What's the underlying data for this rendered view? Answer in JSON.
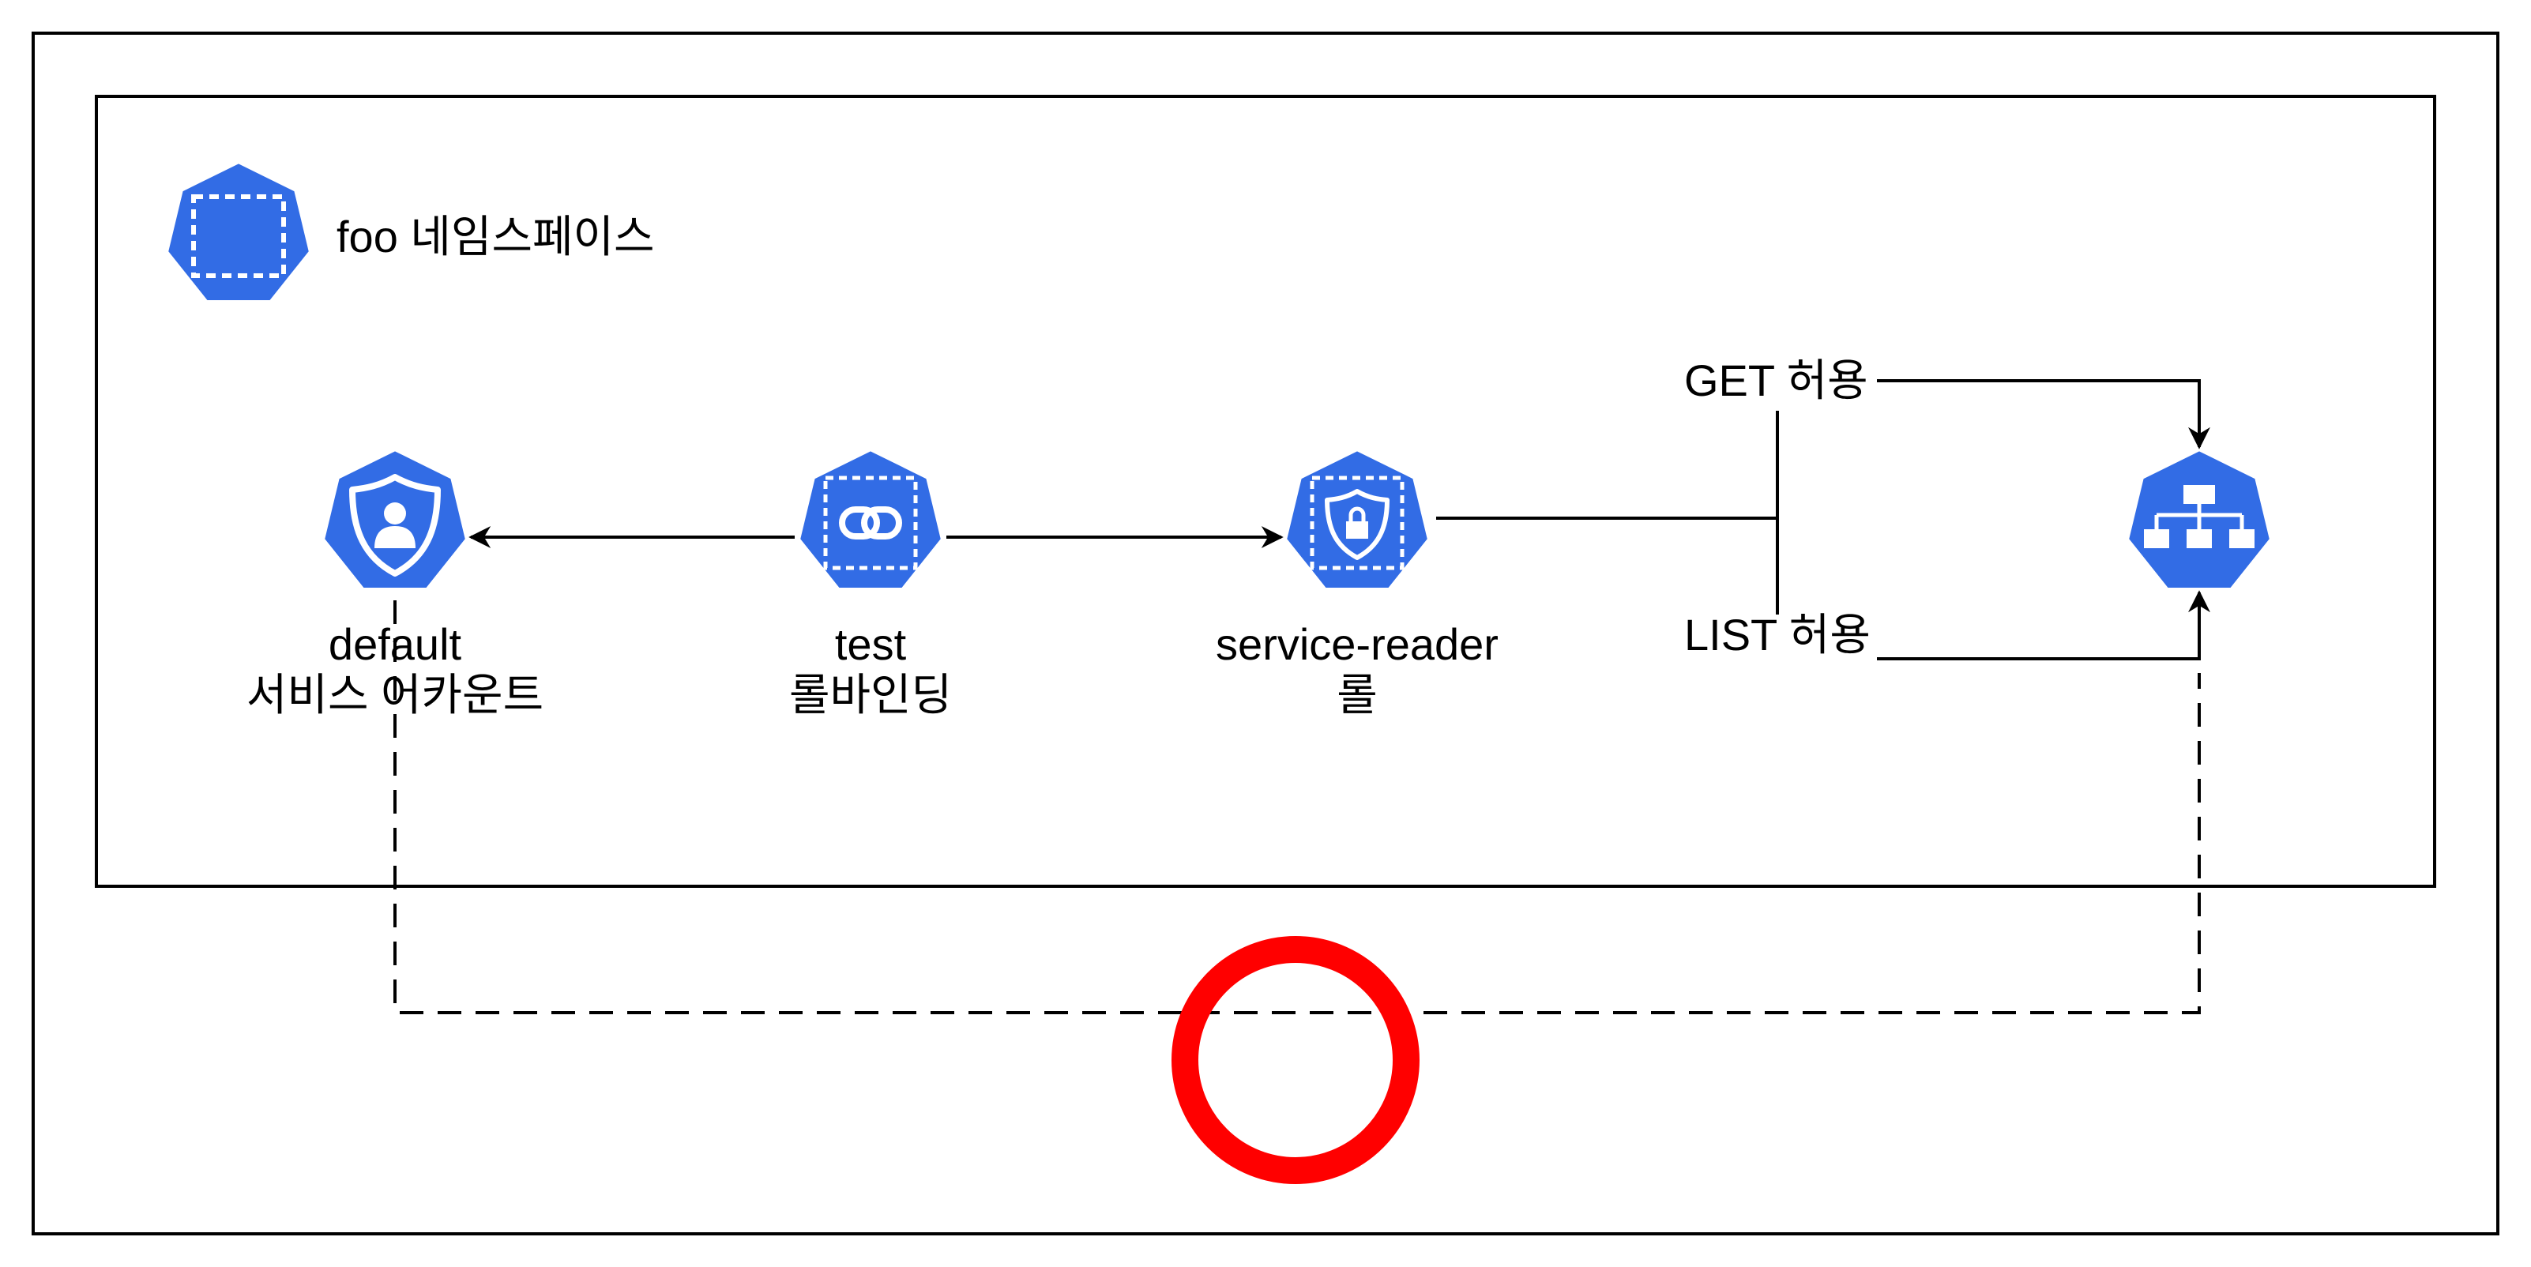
{
  "diagram": {
    "namespace": {
      "label": "foo 네임스페이스",
      "icon": "namespace-icon"
    },
    "nodes": {
      "service_account": {
        "line1": "default",
        "line2": "서비스 어카운트",
        "icon": "service-account-icon"
      },
      "role_binding": {
        "line1": "test",
        "line2": "롤바인딩",
        "icon": "role-binding-icon"
      },
      "role": {
        "line1": "service-reader",
        "line2": "롤",
        "icon": "role-icon"
      },
      "service": {
        "icon": "service-icon"
      }
    },
    "permissions": {
      "get": "GET 허용",
      "list": "LIST 허용"
    },
    "result_mark": "allowed-circle-icon"
  },
  "colors": {
    "k8s_blue": "#326ce5",
    "result_mark": "#ff0000",
    "stroke": "#000000"
  }
}
